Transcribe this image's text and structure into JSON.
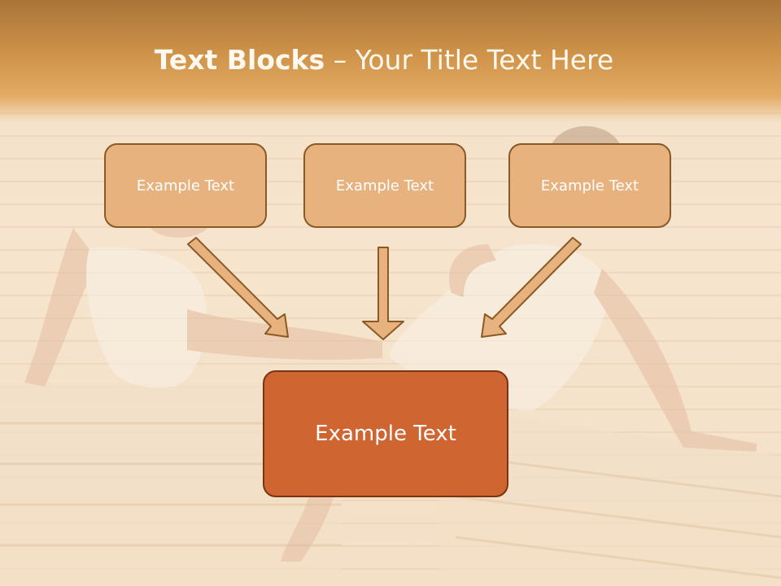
{
  "title": {
    "bold": "Text Blocks",
    "separator": " – ",
    "rest": "Your Title Text Here"
  },
  "boxes": {
    "left": "Example Text",
    "center": "Example Text",
    "right": "Example Text",
    "bottom": "Example Text"
  },
  "colors": {
    "header": "#cf9349",
    "small_box_fill": "#e8b27f",
    "small_box_border": "#8a5a26",
    "big_box_fill": "#cf6531",
    "arrow_fill": "#e8b27f"
  }
}
